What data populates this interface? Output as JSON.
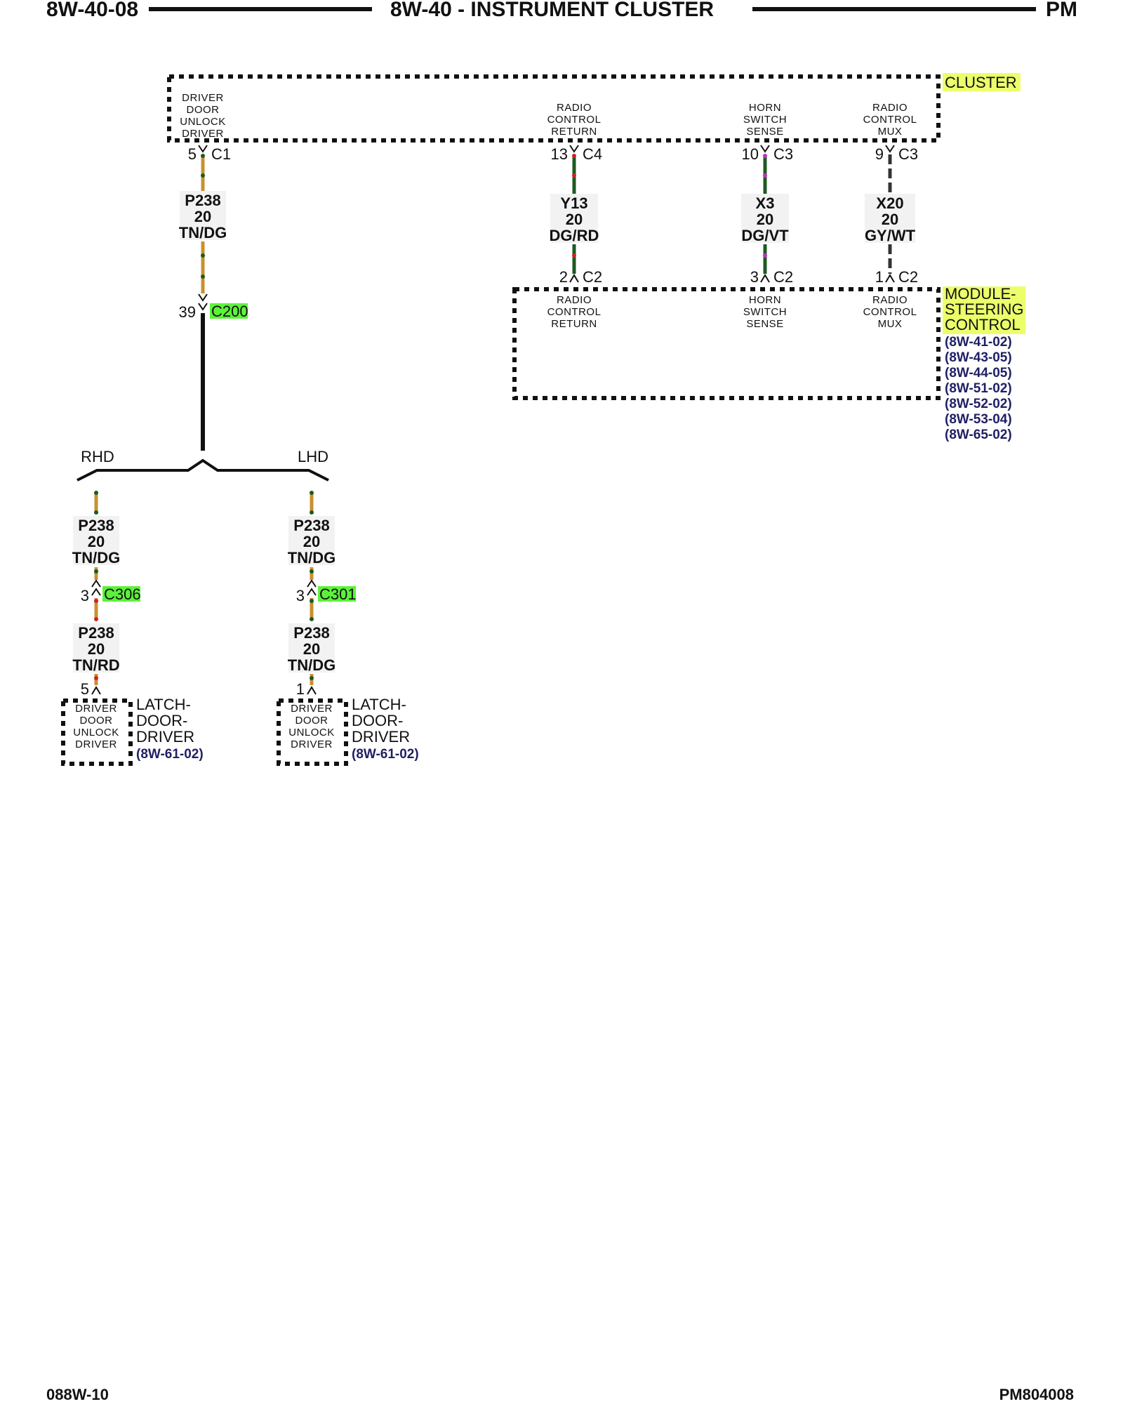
{
  "header": {
    "page_id": "8W-40-08",
    "title": "8W-40 - INSTRUMENT CLUSTER",
    "code": "PM"
  },
  "footer": {
    "left": "088W-10",
    "right": "PM804008"
  },
  "cluster": {
    "name": "CLUSTER",
    "pins": [
      {
        "label": [
          "DRIVER",
          "DOOR",
          "UNLOCK",
          "DRIVER"
        ],
        "cavity": "5",
        "connector": "C1"
      },
      {
        "label": [
          "RADIO",
          "CONTROL",
          "RETURN"
        ],
        "cavity": "13",
        "connector": "C4"
      },
      {
        "label": [
          "HORN",
          "SWITCH",
          "SENSE"
        ],
        "cavity": "10",
        "connector": "C3"
      },
      {
        "label": [
          "RADIO",
          "CONTROL",
          "MUX"
        ],
        "cavity": "9",
        "connector": "C3"
      }
    ]
  },
  "wires": {
    "p238_top": [
      "P238",
      "20",
      "TN/DG"
    ],
    "y13": [
      "Y13",
      "20",
      "DG/RD"
    ],
    "x3": [
      "X3",
      "20",
      "DG/VT"
    ],
    "x20": [
      "X20",
      "20",
      "GY/WT"
    ],
    "rhd_upper": [
      "P238",
      "20",
      "TN/DG"
    ],
    "rhd_lower": [
      "P238",
      "20",
      "TN/RD"
    ],
    "lhd_upper": [
      "P238",
      "20",
      "TN/DG"
    ],
    "lhd_lower": [
      "P238",
      "20",
      "TN/DG"
    ]
  },
  "steering_module": {
    "name": [
      "MODULE-",
      "STEERING",
      "CONTROL"
    ],
    "refs": [
      "(8W-41-02)",
      "(8W-43-05)",
      "(8W-44-05)",
      "(8W-51-02)",
      "(8W-52-02)",
      "(8W-53-04)",
      "(8W-65-02)"
    ],
    "pins": [
      {
        "label": [
          "RADIO",
          "CONTROL",
          "RETURN"
        ],
        "cavity": "2",
        "connector": "C2"
      },
      {
        "label": [
          "HORN",
          "SWITCH",
          "SENSE"
        ],
        "cavity": "3",
        "connector": "C2"
      },
      {
        "label": [
          "RADIO",
          "CONTROL",
          "MUX"
        ],
        "cavity": "1",
        "connector": "C2"
      }
    ]
  },
  "inline_c200": {
    "cavity": "39",
    "connector": "C200"
  },
  "branches": {
    "left": "RHD",
    "right": "LHD"
  },
  "inline_c306": {
    "cavity": "3",
    "connector": "C306"
  },
  "inline_c301": {
    "cavity": "3",
    "connector": "C301"
  },
  "latch_rhd": {
    "pin_label": [
      "DRIVER",
      "DOOR",
      "UNLOCK",
      "DRIVER"
    ],
    "cavity": "5",
    "name": [
      "LATCH-",
      "DOOR-",
      "DRIVER"
    ],
    "ref": "(8W-61-02)"
  },
  "latch_lhd": {
    "pin_label": [
      "DRIVER",
      "DOOR",
      "UNLOCK",
      "DRIVER"
    ],
    "cavity": "1",
    "name": [
      "LATCH-",
      "DOOR-",
      "DRIVER"
    ],
    "ref": "(8W-61-02)"
  },
  "colors": {
    "tan": "#c8912e",
    "dark_green": "#1d5a22",
    "red": "#d42020",
    "violet": "#c030c0",
    "gray": "#555555",
    "black": "#111111",
    "label_highlight_yellow": "#ecff6a",
    "label_highlight_green": "#5cf23a"
  }
}
